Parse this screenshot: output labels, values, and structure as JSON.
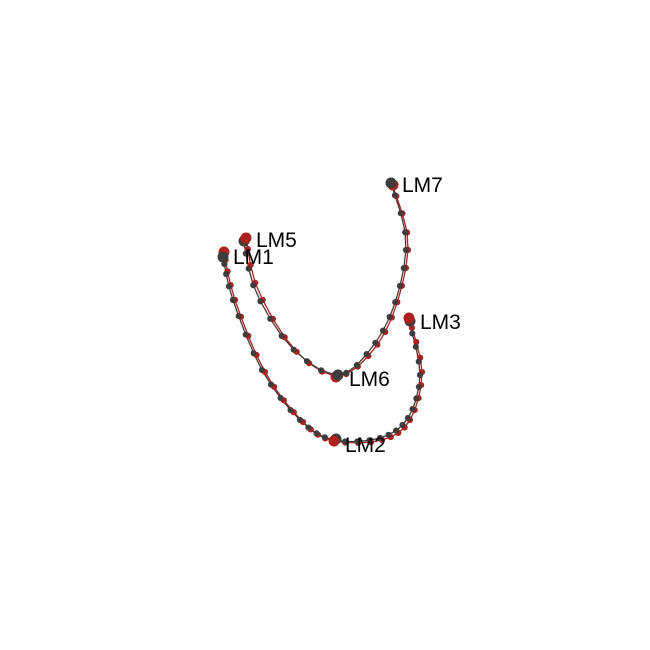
{
  "colors": {
    "dark": "#3d3d3d",
    "red": "#b0201e",
    "background": "#ffffff"
  },
  "landmarks": [
    {
      "id": "LM1",
      "label": "LM1"
    },
    {
      "id": "LM2",
      "label": "LM2"
    },
    {
      "id": "LM3",
      "label": "LM3"
    },
    {
      "id": "LM5",
      "label": "LM5"
    },
    {
      "id": "LM6",
      "label": "LM6"
    },
    {
      "id": "LM7",
      "label": "LM7"
    }
  ]
}
